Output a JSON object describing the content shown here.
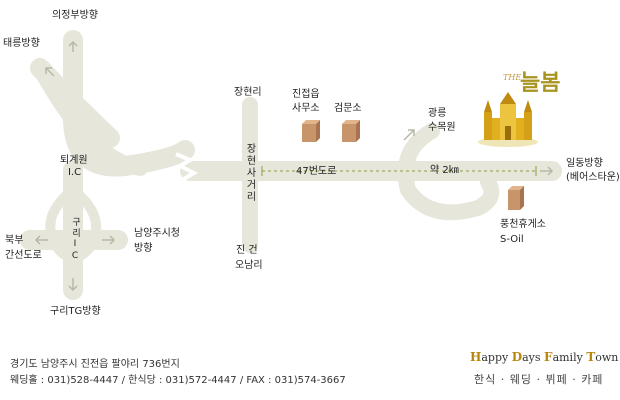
{
  "map": {
    "labels": {
      "uijeongbu": "의정부방향",
      "taereung": "태릉방향",
      "toegyewon": "퇴계원",
      "toegyewon_ic": "I.C",
      "bukbu_1": "북부",
      "bukbu_2": "간선도로",
      "guri_ic": "구리IC",
      "namyangju_1": "남양주시청",
      "namyangju_2": "방향",
      "guri_tg": "구리TG방향",
      "janghyeon_ri": "장현리",
      "janghyeon_sageori": "장현사거리",
      "jingeon": "진 건",
      "onam_ri": "오남리",
      "jinjeop_1": "진접읍",
      "jinjeop_2": "사무소",
      "geommunso": "검문소",
      "gwangneung_1": "광릉",
      "gwangneung_2": "수목원",
      "route47": "47번도로",
      "distance": "약 2㎞",
      "ildong_1": "일동방향",
      "ildong_2": "(베어스타운)",
      "pungcheon_1": "풍천휴게소",
      "pungcheon_2": "S-Oil",
      "logo_the": "THE",
      "logo_name": "늘봄"
    },
    "colors": {
      "road": "#e8e8de",
      "road_line": "#c9c9b6",
      "building": "#c8956a",
      "castle": "#e0b020",
      "route_dash": "#8aa040"
    }
  },
  "footer": {
    "address": "경기도  남양주시  진전읍  팔야리  736번지",
    "phone": "웨딩홀 : 031)528-4447  /  한식당 : 031)572-4447  /  FAX : 031)574-3667",
    "brand": {
      "h": "H",
      "appy": "appy ",
      "d": "D",
      "ays": "ays ",
      "f": "F",
      "amily": "amily ",
      "t": "T",
      "own": "own"
    },
    "services": "한식 · 웨딩 · 뷔페 · 카페"
  }
}
